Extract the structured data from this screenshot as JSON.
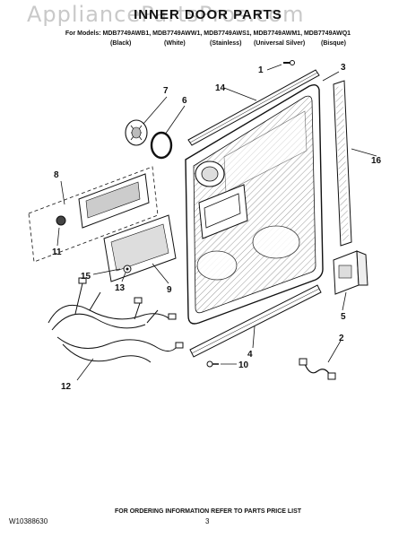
{
  "watermark": "AppliancePartsPros.com",
  "title": "INNER DOOR PARTS",
  "models_line": "For Models: MDB7749AWB1, MDB7749AWW1, MDB7749AWS1, MDB7749AWM1, MDB7749AWQ1",
  "colors": [
    "(Black)",
    "(White)",
    "(Stainless)",
    "(Universal Silver)",
    "(Bisque)"
  ],
  "callouts": {
    "c1": "1",
    "c2": "2",
    "c3": "3",
    "c4": "4",
    "c5": "5",
    "c6": "6",
    "c7": "7",
    "c8": "8",
    "c9": "9",
    "c10": "10",
    "c11": "11",
    "c12": "12",
    "c13": "13",
    "c14": "14",
    "c15": "15",
    "c16": "16"
  },
  "footer": "FOR ORDERING INFORMATION REFER TO PARTS PRICE LIST",
  "doc_number": "W10388630",
  "page_number": "3"
}
